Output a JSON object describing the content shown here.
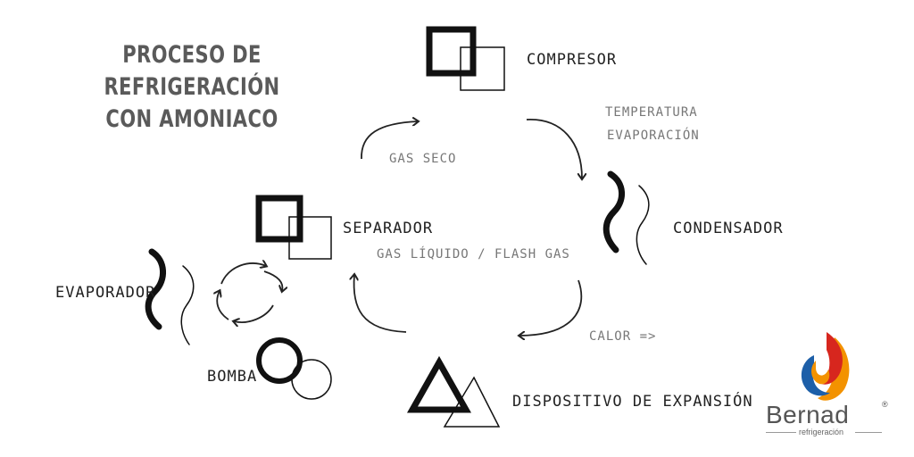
{
  "title": {
    "line1": "PROCESO DE REFRIGERACIÓN",
    "line2": "CON AMONIACO"
  },
  "components": {
    "compresor": "COMPRESOR",
    "condensador": "CONDENSADOR",
    "dispositivo": "DISPOSITIVO DE EXPANSIÓN",
    "separador": "SEPARADOR",
    "evaporador": "EVAPORADOR",
    "bomba": "BOMBA"
  },
  "flow_labels": {
    "temperatura_line1": "TEMPERATURA",
    "temperatura_line2": "EVAPORACIÓN",
    "gas_seco": "GAS SECO",
    "gas_liquido": "GAS LÍQUIDO / FLASH GAS",
    "calor": "CALOR =>"
  },
  "logo": {
    "name": "Bernad",
    "subtitle": "refrigeración",
    "registered": "®"
  },
  "colors": {
    "title": "#5a5a5a",
    "stroke": "#111111",
    "logo_red": "#d7261e",
    "logo_orange": "#f39200",
    "logo_blue": "#1d5fa8"
  }
}
